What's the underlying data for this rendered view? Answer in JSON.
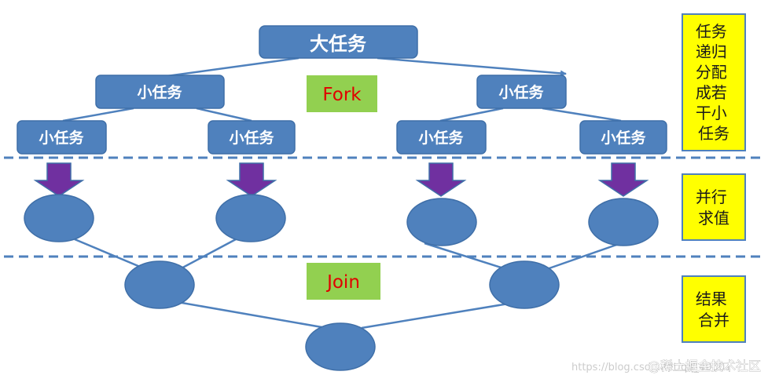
{
  "colors": {
    "node_fill": "#4f81bd",
    "node_stroke": "#3f6fa8",
    "arrow_fill": "#7030a0",
    "side_fill": "#ffff00",
    "label_fill": "#92d050",
    "label_text": "#e00000",
    "divider": "#4f81bd"
  },
  "root_task": "大任务",
  "sub_tasks": [
    "小任务",
    "小任务"
  ],
  "leaf_tasks": [
    "小任务",
    "小任务",
    "小任务",
    "小任务"
  ],
  "fork_label": "Fork",
  "join_label": "Join",
  "side_labels": {
    "split": [
      "任务",
      "递归",
      "分配",
      "成若",
      "干小",
      "任务"
    ],
    "parallel": [
      "并行",
      "求值"
    ],
    "merge": [
      "结果",
      "合并"
    ]
  },
  "watermark": "https://blog.csdn.net/qq_40001",
  "watermark_brand": "@稀土掘金技术社区"
}
